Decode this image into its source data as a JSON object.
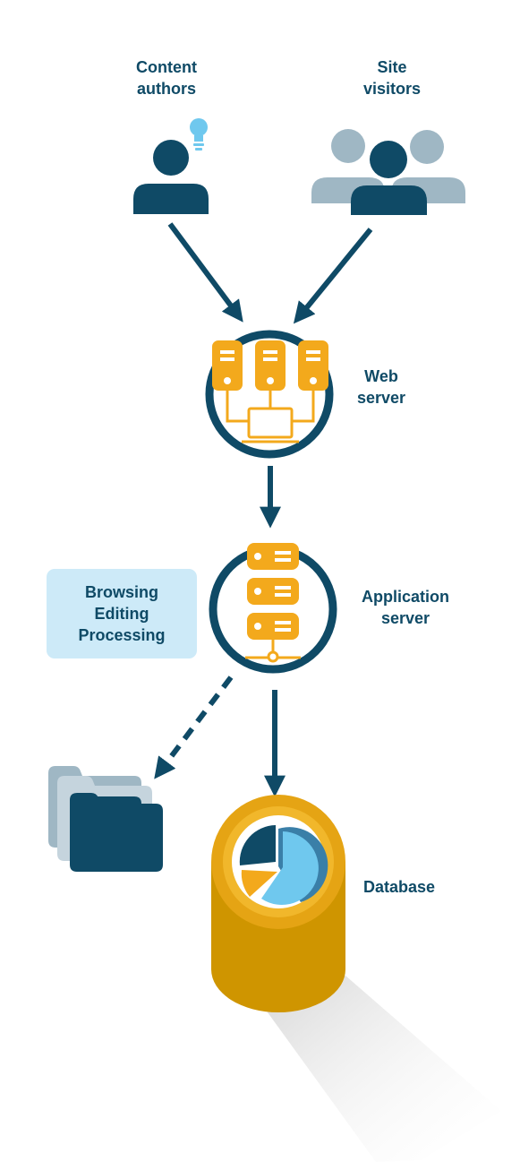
{
  "nodes": {
    "content_authors": {
      "line1": "Content",
      "line2": "authors"
    },
    "site_visitors": {
      "line1": "Site",
      "line2": "visitors"
    },
    "web_server": {
      "line1": "Web",
      "line2": "server"
    },
    "application_server": {
      "line1": "Application",
      "line2": "server"
    },
    "database": {
      "label": "Database"
    }
  },
  "app_tasks": [
    "Browsing",
    "Editing",
    "Processing"
  ],
  "colors": {
    "navy": "#0f4a66",
    "gray_blue": "#9fb7c4",
    "orange": "#f3a91c",
    "light_blue": "#6fc8ee",
    "note_bg": "#cdeaf8",
    "gold": "#e5a414"
  },
  "icons": [
    "author-icon",
    "lightbulb-icon",
    "visitors-icon",
    "web-server-icon",
    "application-server-icon",
    "folders-icon",
    "database-icon",
    "pie-chart-icon"
  ]
}
